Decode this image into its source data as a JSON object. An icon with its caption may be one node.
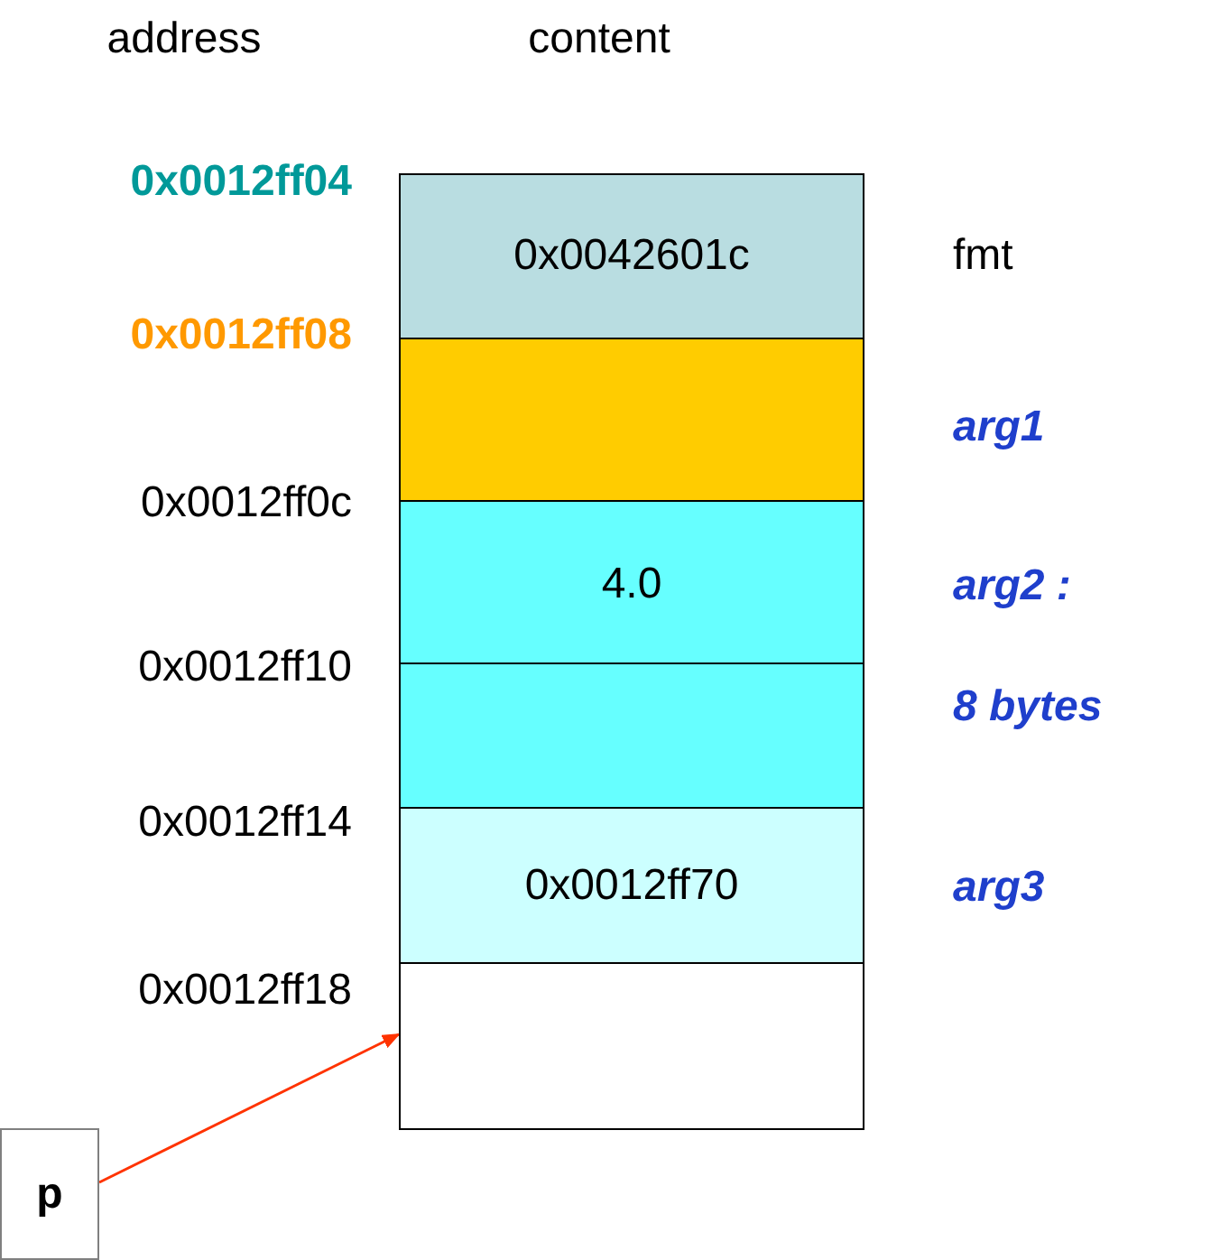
{
  "diagram": {
    "nodes": [
      {
        "text": [
          "0x0042601c"
        ]
      },
      {
        "text": [],
        "shape": "box"
      },
      {
        "text": [
          "4.0"
        ]
      },
      {
        "text": [],
        "shape": "box"
      },
      {
        "text": [
          "0x0012ff70"
        ]
      },
      {
        "text": [],
        "shape": "box"
      },
      {
        "text": [
          "p"
        ]
      }
    ],
    "edges": [
      {
        "from": 6,
        "to": 5,
        "arrow": "to",
        "color": "#ff3300"
      }
    ],
    "labels": [
      "address",
      "content",
      "0x0012ff04",
      "fmt",
      "0x0012ff08",
      "arg1",
      "0x0012ff0c",
      "arg2 :",
      "0x0012ff10",
      "8 bytes",
      "0x0012ff14",
      "arg3",
      "0x0012ff18"
    ]
  }
}
